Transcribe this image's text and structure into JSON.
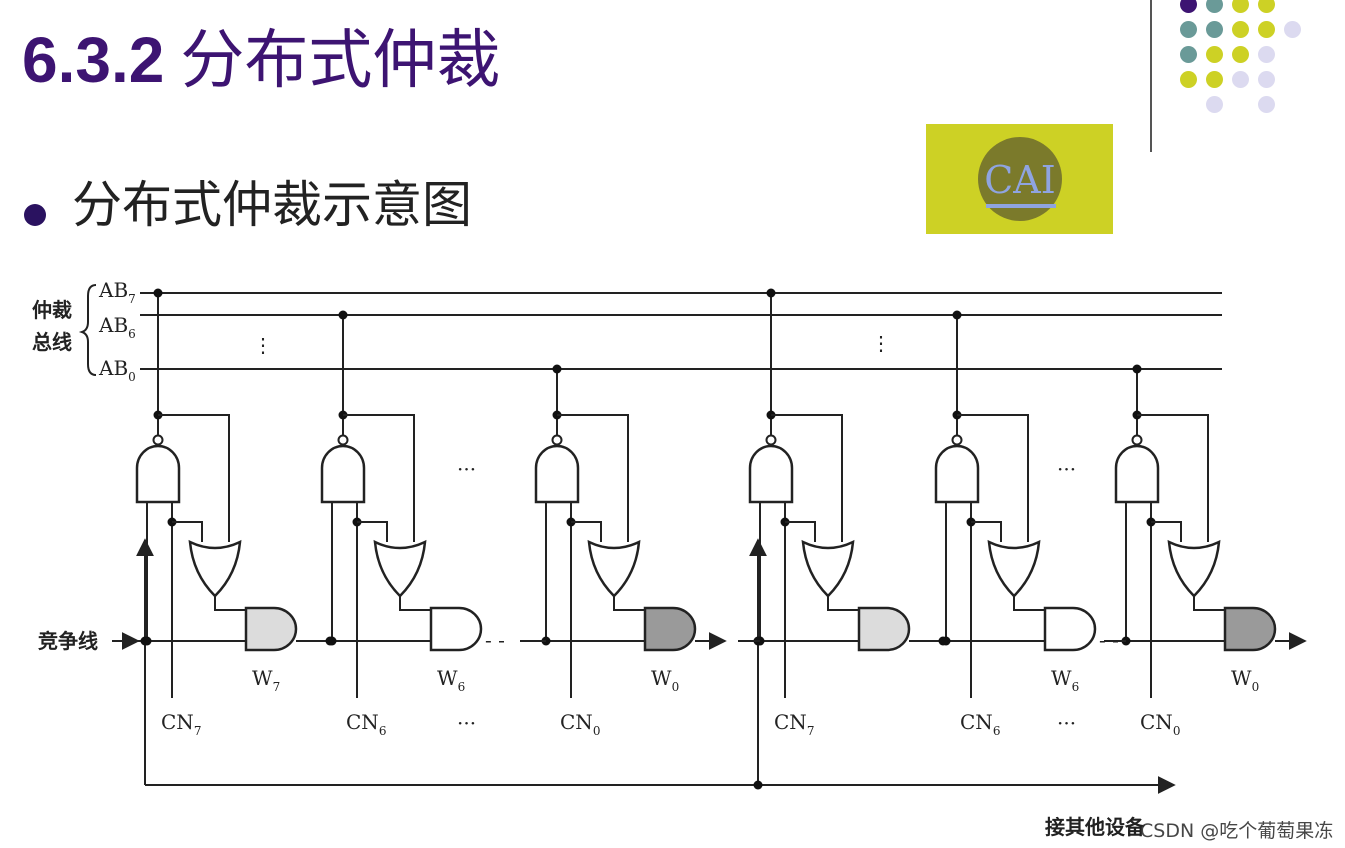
{
  "slide": {
    "section_number": "6.3.2",
    "section_title": "分布式仲裁",
    "bullet_text": "分布式仲裁示意图",
    "logo_text": "CAI",
    "watermark": "CSDN @吃个葡萄果冻",
    "colors": {
      "title": "#3d1472",
      "dot_purple": "#3d1472",
      "dot_teal": "#6a9a98",
      "dot_yellow": "#cdd125",
      "dot_lavender": "#dcdaf0",
      "logo_bg": "#cdd125"
    }
  },
  "diagram": {
    "bus_group_label": "仲裁总线",
    "bus_lines": [
      {
        "label": "AB",
        "sub": "7"
      },
      {
        "label": "AB",
        "sub": "6"
      },
      {
        "label": "AB",
        "sub": "0"
      }
    ],
    "compete_line_label": "竞争线",
    "output_label": "接其他设备",
    "vertical_ellipsis": "⋮",
    "ellipsis": "···",
    "dash": "- -",
    "devices": [
      {
        "slices": [
          {
            "cn_label": "CN",
            "cn_sub": "7",
            "w_label": "W",
            "w_sub": "7",
            "shade": "light"
          },
          {
            "cn_label": "CN",
            "cn_sub": "6",
            "w_label": "W",
            "w_sub": "6",
            "shade": "white"
          },
          {
            "cn_label": "CN",
            "cn_sub": "0",
            "w_label": "W",
            "w_sub": "0",
            "shade": "dark"
          }
        ]
      },
      {
        "slices": [
          {
            "cn_label": "CN",
            "cn_sub": "7",
            "w_label": "",
            "w_sub": "",
            "shade": "light"
          },
          {
            "cn_label": "CN",
            "cn_sub": "6",
            "w_label": "W",
            "w_sub": "6",
            "shade": "white"
          },
          {
            "cn_label": "CN",
            "cn_sub": "0",
            "w_label": "W",
            "w_sub": "0",
            "shade": "dark"
          }
        ]
      }
    ]
  }
}
